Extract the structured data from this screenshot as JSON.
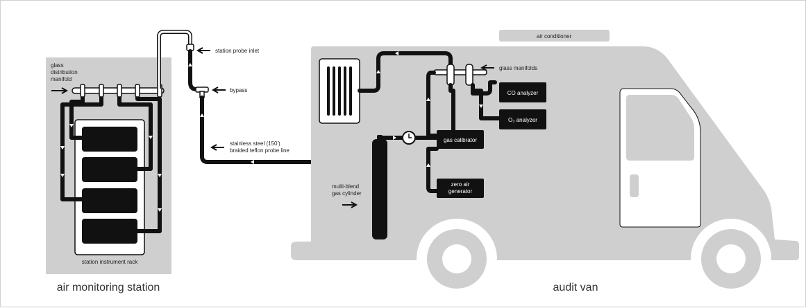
{
  "labels": {
    "glass_distribution_manifold_1": "glass",
    "glass_distribution_manifold_2": "distribution",
    "glass_distribution_manifold_3": "manifold",
    "station_probe_inlet": "station probe inlet",
    "bypass": "bypass",
    "probe_line_1": "stainless steel (150')",
    "probe_line_2": "braided teflon probe line",
    "station_instrument_rack": "station instrument rack",
    "air_conditioner": "air conditioner",
    "glass_manifolds": "glass manifolds",
    "co_analyzer": "CO analyzer",
    "o3_analyzer": "O₃ analyzer",
    "gas_calibrator": "gas calibrator",
    "zero_air_generator_1": "zero air",
    "zero_air_generator_2": "generator",
    "multi_blend_1": "multi-blend",
    "multi_blend_2": "gas cylinder"
  },
  "captions": {
    "station": "air monitoring station",
    "van": "audit van"
  },
  "colors": {
    "panel_gray": "#cfcfcf",
    "tube_black": "#111111",
    "outline_gray": "#d0d0d0"
  }
}
